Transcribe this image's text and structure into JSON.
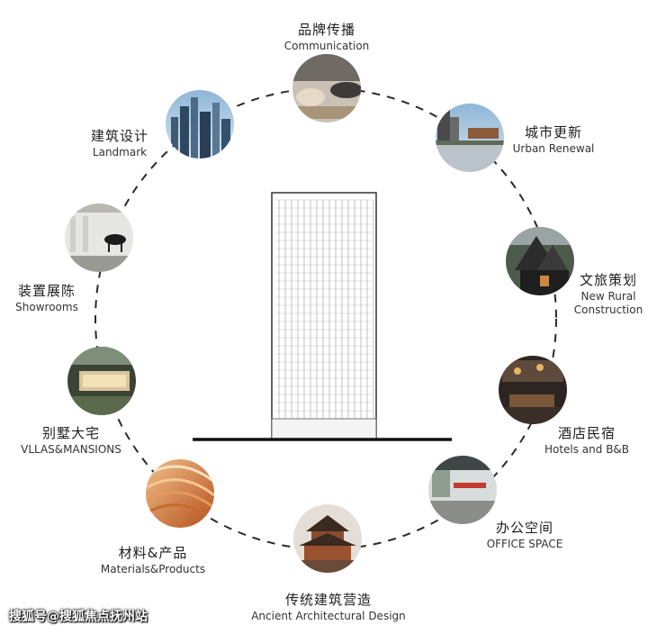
{
  "nodes": [
    {
      "id": "communication",
      "zh": "品牌传播",
      "en": "Communication",
      "photo_icon": "meeting-photo-icon"
    },
    {
      "id": "urban-renewal",
      "zh": "城市更新",
      "en": "Urban Renewal",
      "photo_icon": "riverside-buildings-photo-icon"
    },
    {
      "id": "new-rural",
      "zh": "文旅策划",
      "en": "New Rural",
      "en2": "Construction",
      "photo_icon": "gabled-house-photo-icon"
    },
    {
      "id": "hotels",
      "zh": "酒店民宿",
      "en": "Hotels and B&B",
      "photo_icon": "hotel-interior-photo-icon"
    },
    {
      "id": "office",
      "zh": "办公空间",
      "en": "OFFICE SPACE",
      "photo_icon": "office-interior-photo-icon"
    },
    {
      "id": "ancient",
      "zh": "传统建筑营造",
      "en": "Ancient Architectural Design",
      "photo_icon": "pagoda-photo-icon"
    },
    {
      "id": "materials",
      "zh": "材料&产品",
      "en": "Materials&Products",
      "photo_icon": "layered-wood-photo-icon"
    },
    {
      "id": "villas",
      "zh": "别墅大宅",
      "en": "VLLAS&MANSIONS",
      "photo_icon": "villa-photo-icon"
    },
    {
      "id": "showrooms",
      "zh": "装置展陈",
      "en": "Showrooms",
      "photo_icon": "gallery-horse-photo-icon"
    },
    {
      "id": "landmark",
      "zh": "建筑设计",
      "en": "Landmark",
      "photo_icon": "city-skyline-photo-icon"
    }
  ],
  "center_icon": "high-rise-tower-icon",
  "watermark": "搜狐号@搜狐焦点抚州站",
  "colors": {
    "ring": "#2a2a2a",
    "line": "#111111"
  }
}
